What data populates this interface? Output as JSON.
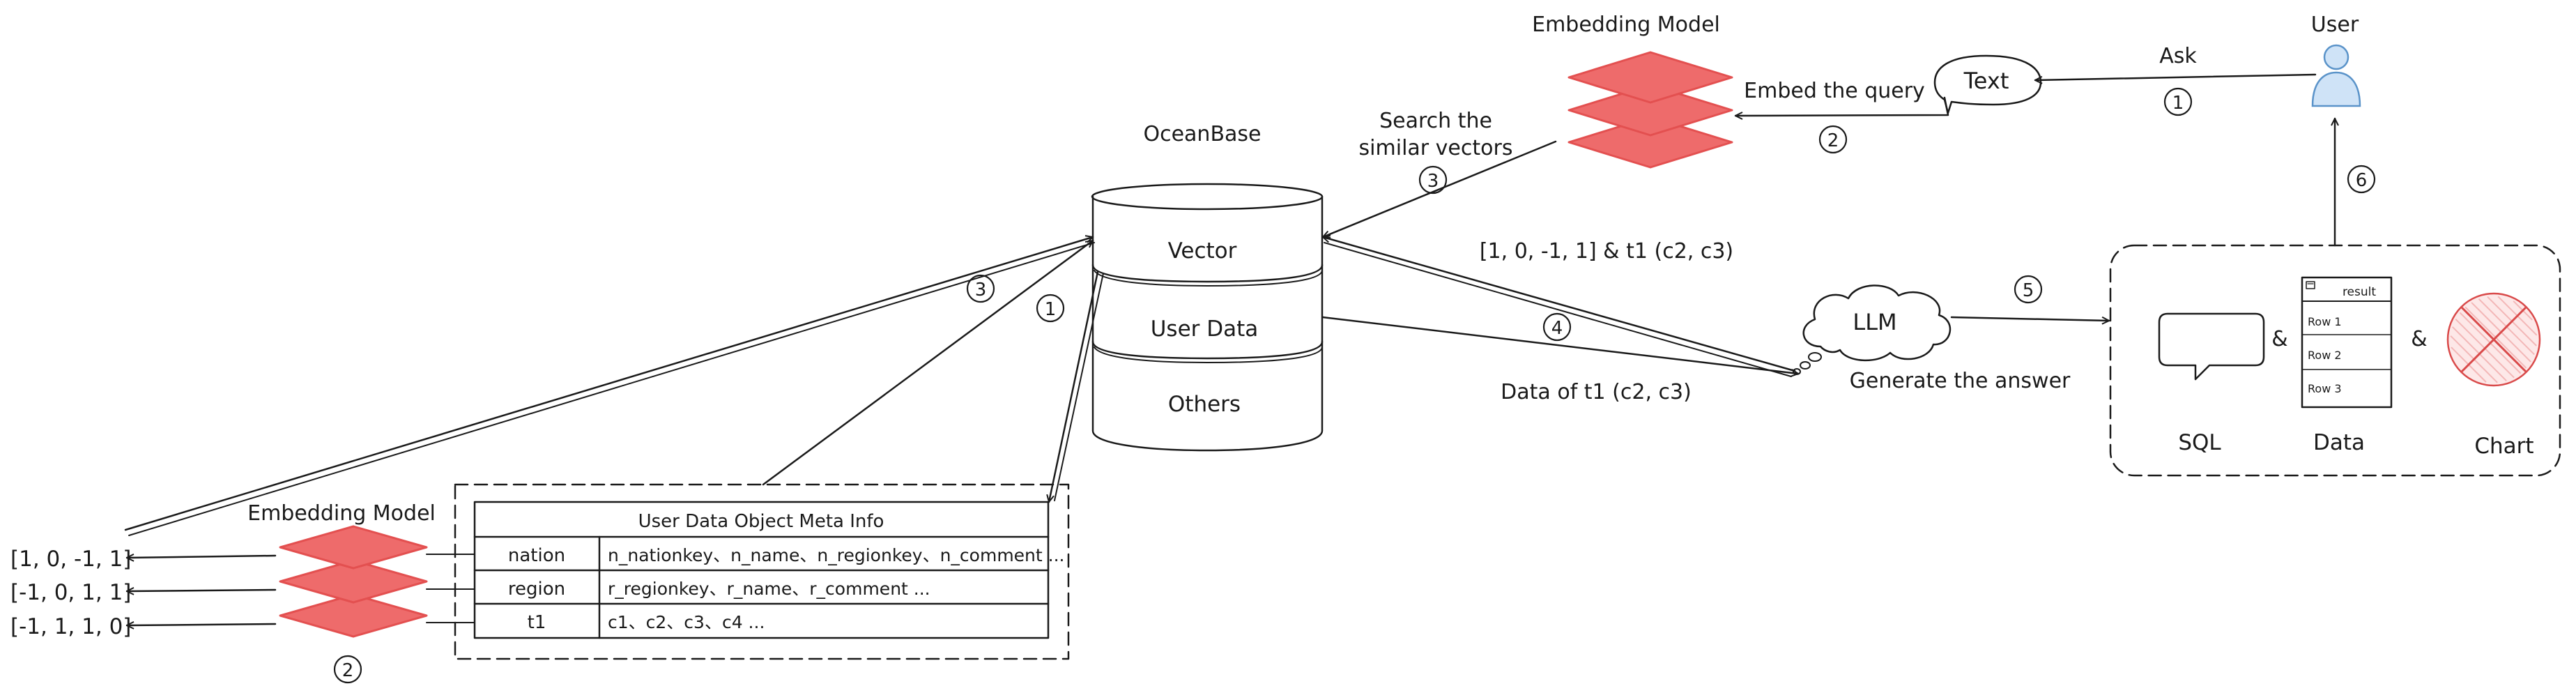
{
  "nodes": {
    "user": "User",
    "ask": "Ask",
    "text_bubble": "Text",
    "embed_query": "Embed the query",
    "embedding_model_top": "Embedding Model",
    "embedding_model_bottom": "Embedding Model",
    "oceanbase": "OceanBase",
    "search_similar_line1": "Search the",
    "search_similar_line2": "similar vectors",
    "vector": "Vector",
    "user_data": "User Data",
    "others": "Others",
    "vector_result": "[1, 0, -1, 1] & t1 (c2, c3)",
    "data_of_t1": "Data of t1 (c2, c3)",
    "llm": "LLM",
    "generate_answer": "Generate the answer",
    "sql": "SQL",
    "data": "Data",
    "chart": "Chart",
    "amp": "&",
    "result_title": "result",
    "result_rows": [
      "Row 1",
      "Row 2",
      "Row 3"
    ]
  },
  "vectors": [
    "[1, 0, -1, 1]",
    "[-1, 0, 1, 1]",
    "[-1, 1, 1, 0]"
  ],
  "meta_table": {
    "title": "User Data Object Meta Info",
    "rows": [
      {
        "name": "nation",
        "cols": "n_nationkey、n_name、n_regionkey、n_comment ..."
      },
      {
        "name": "region",
        "cols": "r_regionkey、r_name、r_comment ..."
      },
      {
        "name": "t1",
        "cols": "c1、c2、c3、c4 ..."
      }
    ]
  },
  "steps": {
    "s1_ask": "1",
    "s2_embed": "2",
    "s3_search": "3",
    "s4_data": "4",
    "s5_answer": "5",
    "s6_return": "6",
    "s1_meta": "1",
    "s2_bottom": "2",
    "s3_bottom": "3"
  },
  "colors": {
    "layer_fill": "#ee6b6b",
    "layer_stroke": "#e35050",
    "user_fill": "#cfe3f7",
    "user_stroke": "#5a93c9",
    "chart_fill": "#f3b7b7",
    "chart_stroke": "#d94a4a",
    "ink": "#1a1a1a"
  }
}
